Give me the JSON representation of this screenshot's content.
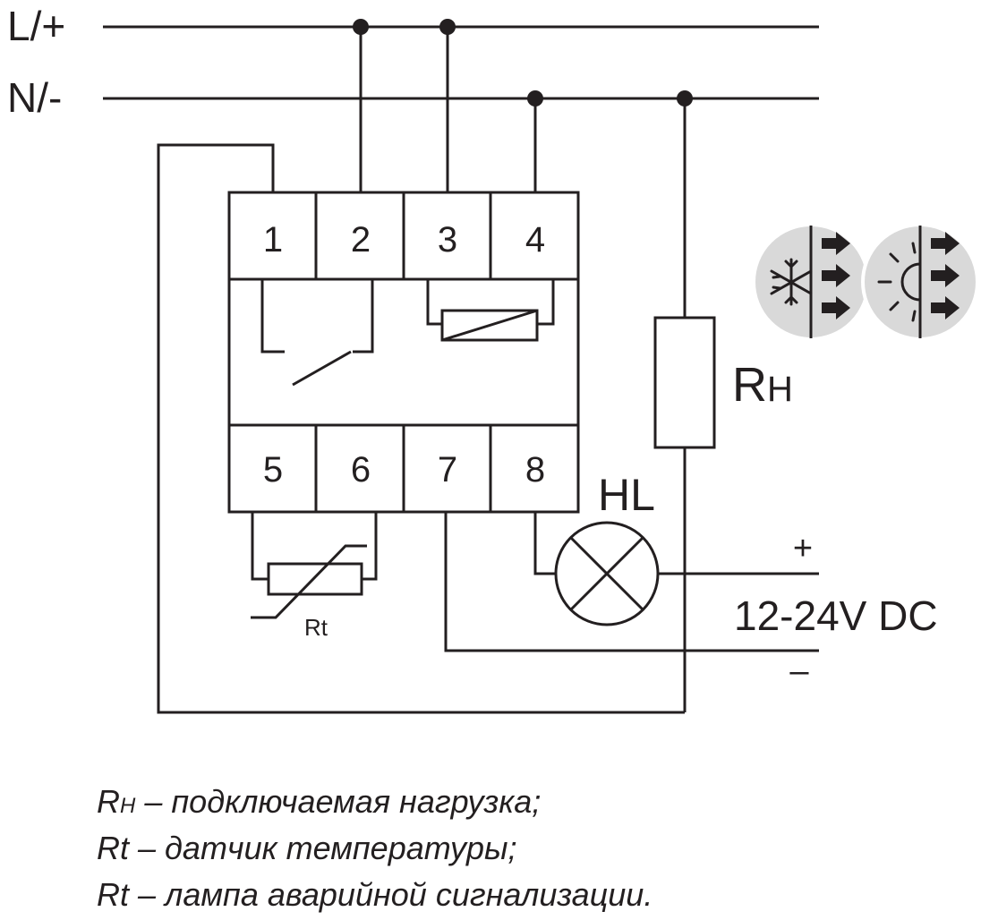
{
  "lines": {
    "phase": "L/+",
    "neutral": "N/-"
  },
  "terminals": {
    "top": [
      "1",
      "2",
      "3",
      "4"
    ],
    "bottom": [
      "5",
      "6",
      "7",
      "8"
    ]
  },
  "components": {
    "load_main": "R",
    "load_sub": "H",
    "lamp": "HL",
    "sensor": "Rt",
    "dc_plus": "+",
    "dc_minus": "–",
    "dc_voltage": "12-24V DC"
  },
  "legend": [
    {
      "sym_main": "R",
      "sym_sub": "H",
      "text": " – подключаемая нагрузка;"
    },
    {
      "sym_main": "Rt",
      "sym_sub": "",
      "text": " – датчик температуры;"
    },
    {
      "sym_main": "Rt",
      "sym_sub": "",
      "text": " – лампа аварийной сигнализации."
    }
  ],
  "icons": [
    "snowflake-icon",
    "sun-icon"
  ],
  "colors": {
    "line": "#231f20",
    "icon_bg": "#d9d9d9"
  }
}
